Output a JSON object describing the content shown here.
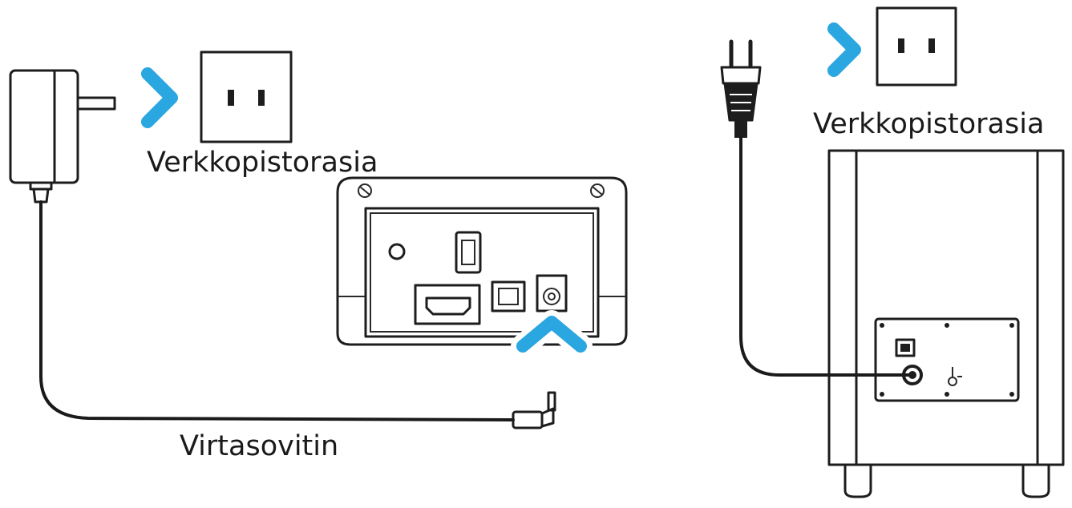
{
  "labels": {
    "outlet_left": "Verkkopistorasia",
    "outlet_right": "Verkkopistorasia",
    "adapter": "Virtasovitin"
  },
  "colors": {
    "arrow": "#2aa6e0",
    "line": "#1d1d1d",
    "background": "#ffffff"
  },
  "icons": {
    "arrow": "chevron-right-icon",
    "arrow_up": "chevron-up-icon",
    "outlet": "wall-outlet-icon",
    "adapter": "power-adapter-icon",
    "plug": "eu-plug-icon"
  }
}
